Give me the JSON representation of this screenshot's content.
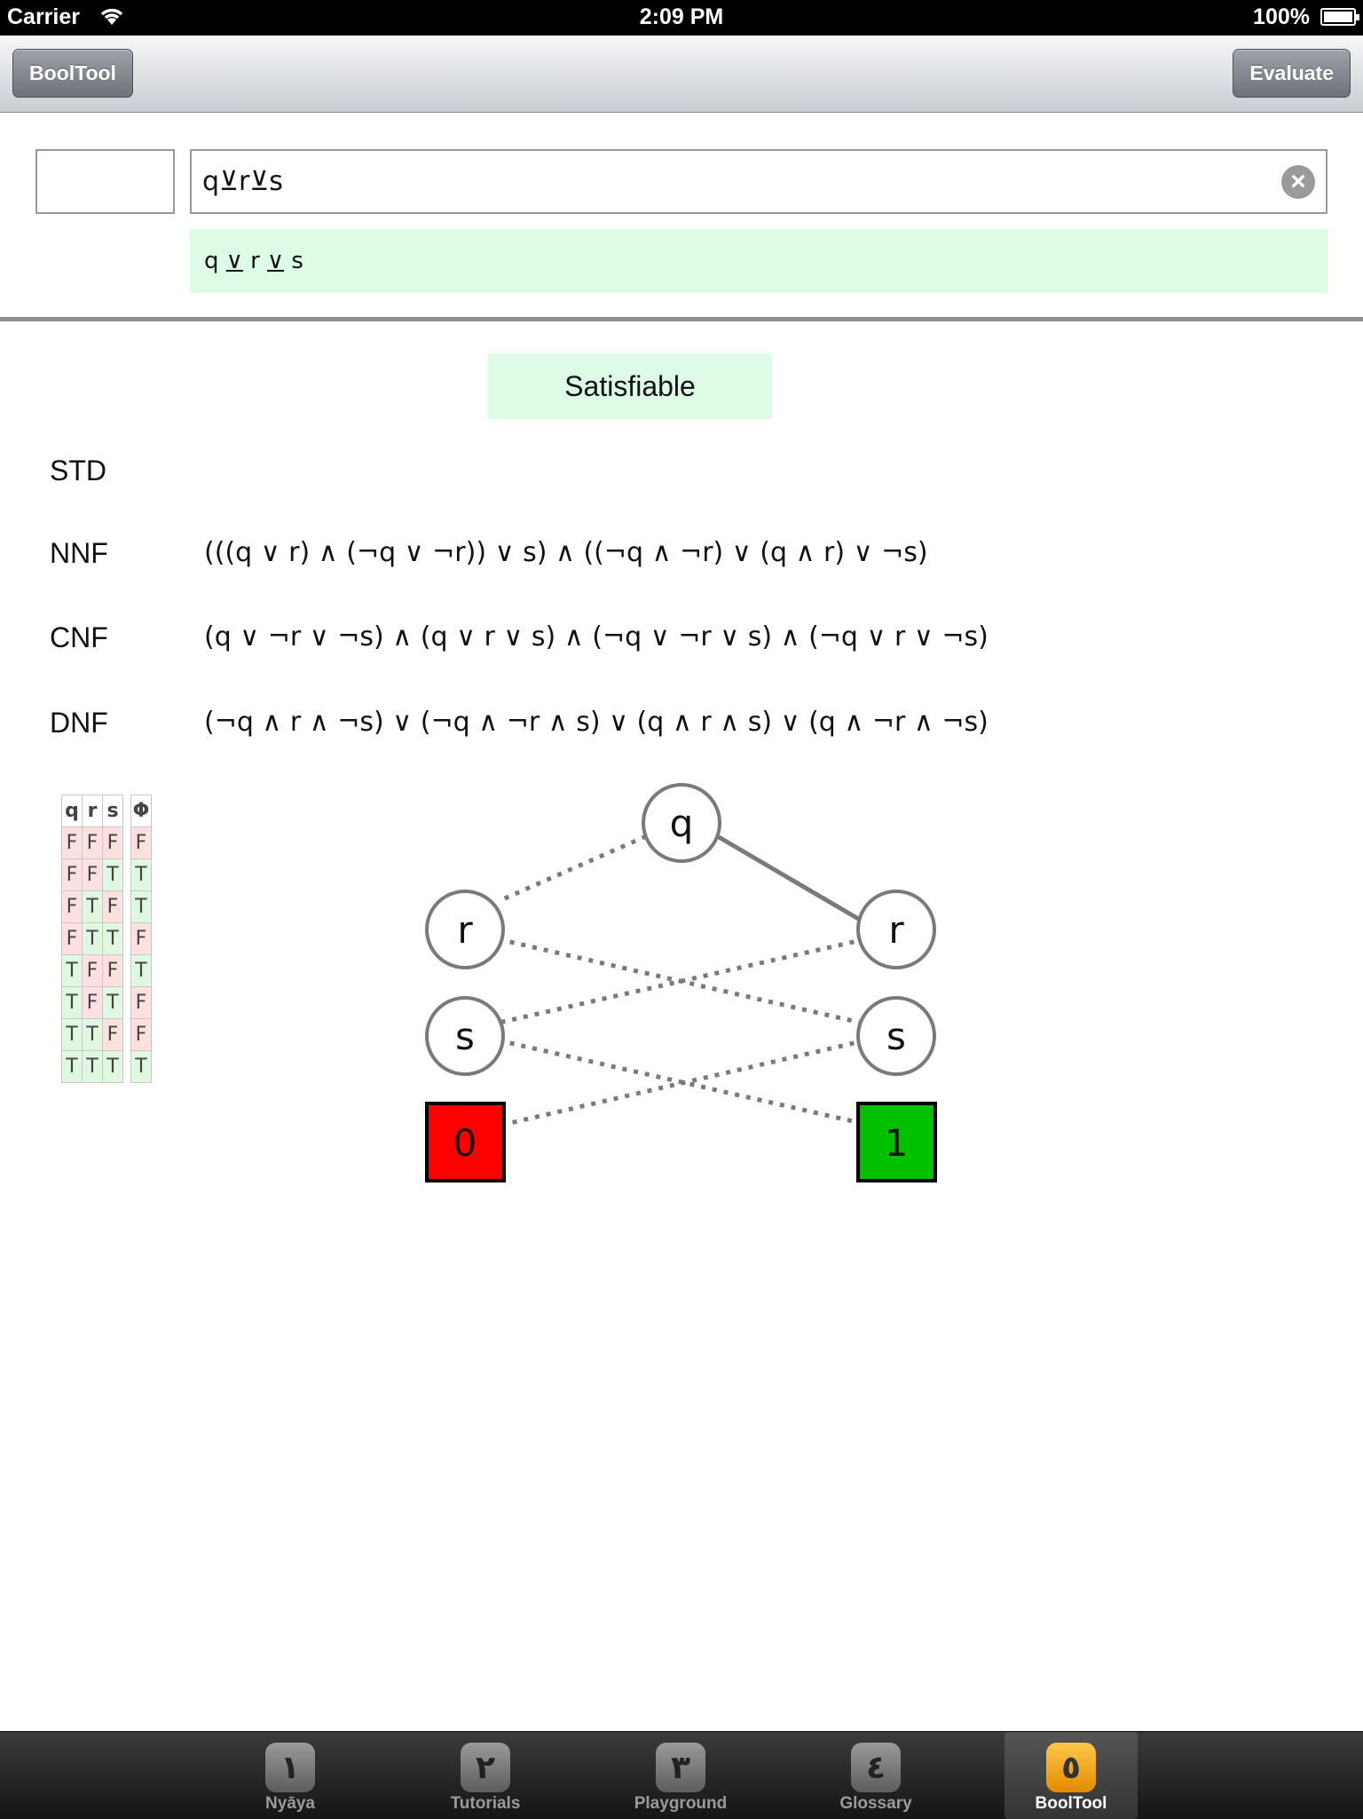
{
  "status_bar": {
    "carrier": "Carrier",
    "time": "2:09 PM",
    "battery": "100%"
  },
  "nav": {
    "left_button": "BoolTool",
    "right_button": "Evaluate"
  },
  "input": {
    "small_box_value": "",
    "expression": "q⊻r⊻s",
    "clear_icon": "clear-circle-icon",
    "preview_parts": [
      "q ",
      "∨",
      " r ",
      "∨",
      " s"
    ]
  },
  "result": {
    "badge": "Satisfiable",
    "rows": [
      {
        "label": "STD",
        "value": ""
      },
      {
        "label": "NNF",
        "value": "(((q ∨ r) ∧ (¬q ∨ ¬r)) ∨ s) ∧ ((¬q ∧ ¬r) ∨ (q ∧ r) ∨ ¬s)"
      },
      {
        "label": "CNF",
        "value": "(q ∨ ¬r ∨ ¬s) ∧ (q ∨ r ∨ s) ∧ (¬q ∨ ¬r ∨ s) ∧ (¬q ∨ r ∨ ¬s)"
      },
      {
        "label": "DNF",
        "value": "(¬q ∧ r ∧ ¬s) ∨ (¬q ∧ ¬r ∧ s) ∨ (q ∧ r ∧ s) ∨ (q ∧ ¬r ∧ ¬s)"
      }
    ]
  },
  "truth_table": {
    "headers": [
      "q",
      "r",
      "s",
      "Φ"
    ],
    "rows": [
      [
        "F",
        "F",
        "F",
        "F"
      ],
      [
        "F",
        "F",
        "T",
        "T"
      ],
      [
        "F",
        "T",
        "F",
        "T"
      ],
      [
        "F",
        "T",
        "T",
        "F"
      ],
      [
        "T",
        "F",
        "F",
        "T"
      ],
      [
        "T",
        "F",
        "T",
        "F"
      ],
      [
        "T",
        "T",
        "F",
        "F"
      ],
      [
        "T",
        "T",
        "T",
        "T"
      ]
    ]
  },
  "bdd": {
    "nodes": {
      "q": "q",
      "r_left": "r",
      "r_right": "r",
      "s_left": "s",
      "s_right": "s",
      "zero": "0",
      "one": "1"
    },
    "colors": {
      "zero_fill": "#ff0000",
      "one_fill": "#00c000",
      "edge": "#7a7a7a"
    }
  },
  "tabs": [
    {
      "icon": "١",
      "label": "Nyāya"
    },
    {
      "icon": "٢",
      "label": "Tutorials"
    },
    {
      "icon": "٣",
      "label": "Playground"
    },
    {
      "icon": "٤",
      "label": "Glossary"
    },
    {
      "icon": "٥",
      "label": "BoolTool",
      "selected": true
    }
  ]
}
